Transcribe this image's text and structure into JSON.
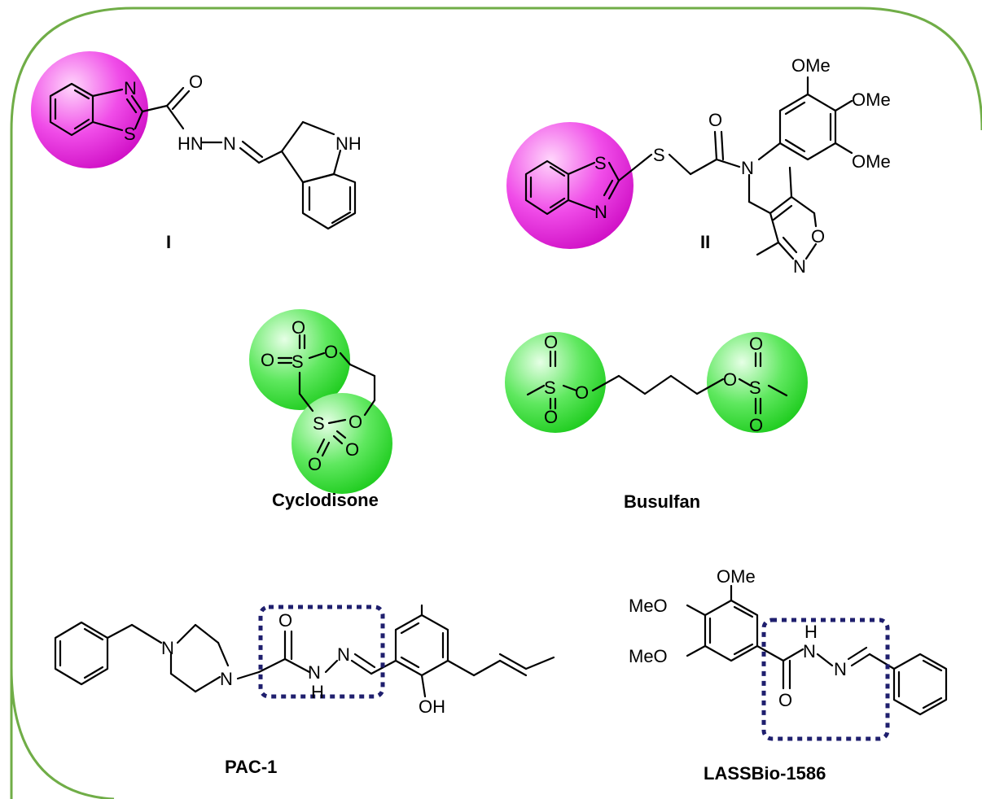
{
  "colors": {
    "frame": "#70ad47",
    "benzothiazole_highlight": "#e81ee0",
    "sulfonate_highlight": "#22dd22",
    "hydrazone_box": "#1f1f6e"
  },
  "compounds": [
    {
      "key": "I",
      "label": "I",
      "highlight": "benzothiazole",
      "atoms": [
        "N",
        "S",
        "O",
        "HN",
        "N",
        "NH"
      ]
    },
    {
      "key": "II",
      "label": "II",
      "highlight": "benzothiazole",
      "atoms": [
        "S",
        "N",
        "S",
        "O",
        "N",
        "OMe",
        "OMe",
        "OMe",
        "O",
        "N"
      ]
    },
    {
      "key": "cyclodisone",
      "label": "Cyclodisone",
      "highlight": "sulfonate",
      "atoms": [
        "O",
        "O",
        "S",
        "O",
        "S",
        "O",
        "O",
        "O"
      ]
    },
    {
      "key": "busulfan",
      "label": "Busulfan",
      "highlight": "sulfonate",
      "atoms": [
        "O",
        "S",
        "O",
        "O",
        "O",
        "S",
        "O",
        "O"
      ]
    },
    {
      "key": "pac1",
      "label": "PAC-1",
      "highlight": "hydrazone",
      "atoms": [
        "N",
        "N",
        "O",
        "N",
        "H",
        "N",
        "OH"
      ]
    },
    {
      "key": "lassbio",
      "label": "LASSBio-1586",
      "highlight": "hydrazone",
      "atoms": [
        "OMe",
        "MeO",
        "MeO",
        "H",
        "N",
        "N",
        "O"
      ]
    }
  ]
}
